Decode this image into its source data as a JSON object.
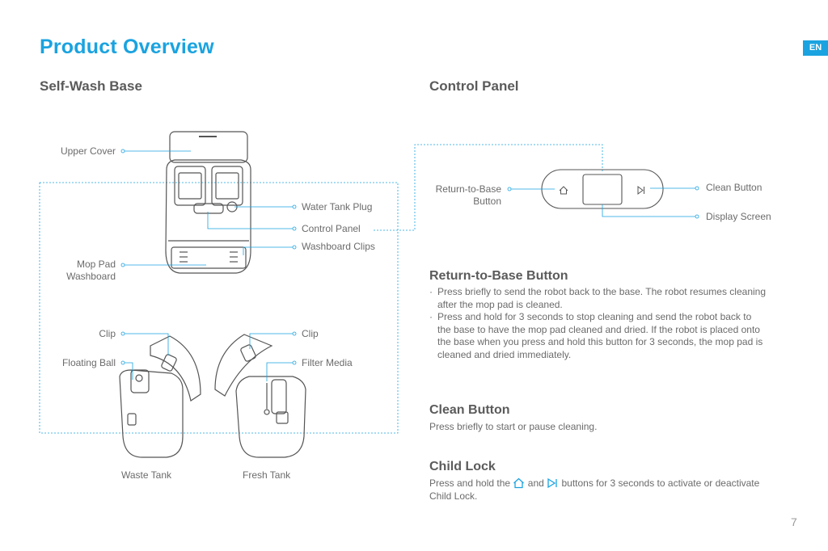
{
  "header": {
    "title": "Product Overview",
    "language_badge": "EN"
  },
  "left": {
    "heading": "Self-Wash Base",
    "labels": {
      "upper_cover": "Upper Cover",
      "water_tank_plug": "Water Tank Plug",
      "control_panel": "Control Panel",
      "washboard_clips": "Washboard Clips",
      "mop_pad_line1": "Mop Pad",
      "mop_pad_line2": "Washboard",
      "clip_left": "Clip",
      "clip_right": "Clip",
      "floating_ball": "Floating Ball",
      "filter_media": "Filter Media",
      "waste_tank": "Waste Tank",
      "fresh_tank": "Fresh Tank"
    }
  },
  "right": {
    "heading": "Control Panel",
    "labels": {
      "return_line1": "Return-to-Base",
      "return_line2": "Button",
      "clean_button": "Clean Button",
      "display_screen": "Display Screen"
    },
    "sections": {
      "return": {
        "title": "Return-to-Base Button",
        "b1_l1": "Press briefly to send the robot back to the base. The robot resumes cleaning",
        "b1_l2": "after the mop pad is cleaned.",
        "b2_l1": "Press and hold for 3 seconds to stop cleaning and send the robot back to",
        "b2_l2": "the base to have the mop pad cleaned and dried. If the robot is placed onto",
        "b2_l3": "the base when you press and hold this button for 3 seconds, the mop pad is",
        "b2_l4": "cleaned and dried immediately."
      },
      "clean": {
        "title": "Clean Button",
        "text": "Press briefly to start or pause cleaning."
      },
      "lock": {
        "title": "Child Lock",
        "t1": "Press and hold the",
        "t2": "and",
        "t3": "buttons for 3 seconds to activate or deactivate",
        "t4": "Child Lock."
      }
    }
  },
  "bullet_char": "·",
  "page_number": "7",
  "colors": {
    "accent": "#1aa3e0",
    "text": "#6b6b6b",
    "line": "#7a7a7a"
  }
}
